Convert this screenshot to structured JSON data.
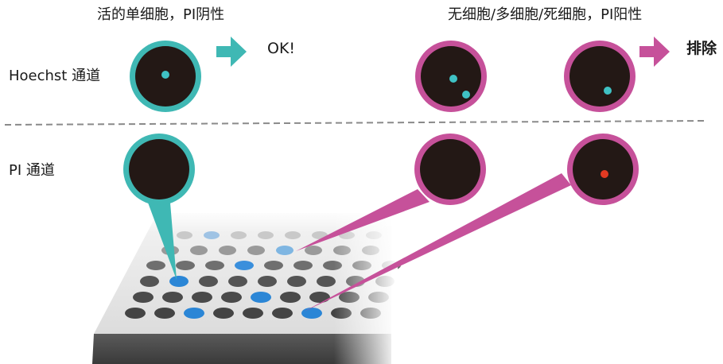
{
  "labels": {
    "live_single_cell": "活的单细胞，PI阴性",
    "no_multi_dead": "无细胞/多细胞/死细胞，PI阳性",
    "ok": "OK!",
    "exclude": "排除",
    "hoechst_channel": "Hoechst  通道",
    "pi_channel": "PI  通道"
  },
  "colors": {
    "accept_ring": "#3fb8b4",
    "reject_ring": "#c6519a",
    "well_interior": "#231815",
    "hoechst_dot": "#3fc1c4",
    "pi_dot": "#e23a22",
    "hit_well": "#2b86d6",
    "divider": "#8a8a8a"
  },
  "icons": {
    "ok_arrow": "arrow-right-icon",
    "exclude_arrow": "arrow-right-icon"
  }
}
